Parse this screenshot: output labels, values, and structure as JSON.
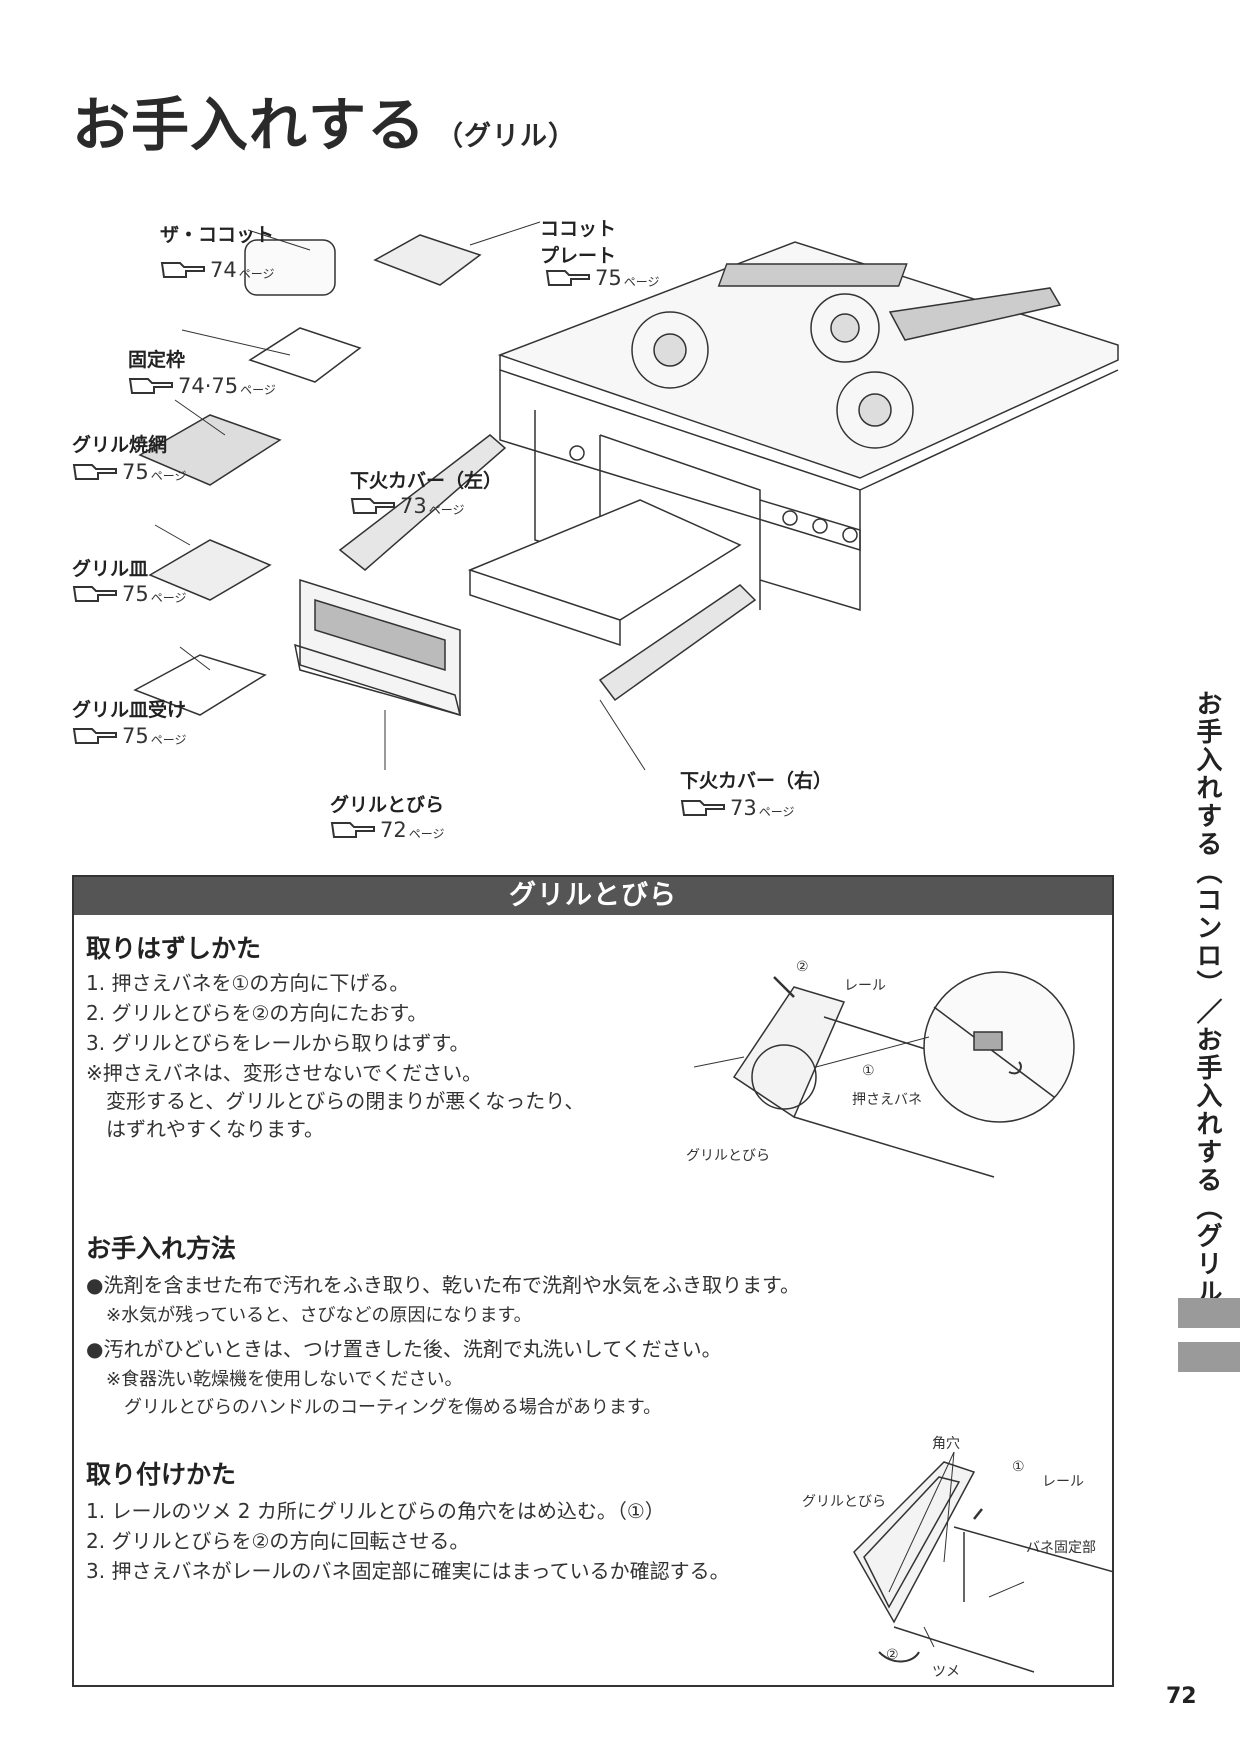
{
  "page": {
    "title": "お手入れする",
    "title_sub": "（グリル）",
    "page_number": "72"
  },
  "parts": [
    {
      "name": "ザ・ココット",
      "ref": "74",
      "unit": "ページ"
    },
    {
      "name": "ココット\nプレート",
      "ref": "75",
      "unit": "ページ"
    },
    {
      "name": "固定枠",
      "ref": "74·75",
      "unit": "ページ"
    },
    {
      "name": "グリル焼網",
      "ref": "75",
      "unit": "ページ"
    },
    {
      "name": "グリル皿",
      "ref": "75",
      "unit": "ページ"
    },
    {
      "name": "グリル皿受け",
      "ref": "75",
      "unit": "ページ"
    },
    {
      "name": "下火カバー（左）",
      "ref": "73",
      "unit": "ページ"
    },
    {
      "name": "下火カバー（右）",
      "ref": "73",
      "unit": "ページ"
    },
    {
      "name": "グリルとびら",
      "ref": "72",
      "unit": "ページ"
    }
  ],
  "sidebar": {
    "text": "お手入れする（コンロ）／お手入れする（グリル）"
  },
  "box": {
    "header": "グリルとびら",
    "removal": {
      "heading": "取りはずしかた",
      "lines": [
        "1. 押さえバネを①の方向に下げる。",
        "2. グリルとびらを②の方向にたおす。",
        "3. グリルとびらをレールから取りはずす。",
        "※押さえバネは、変形させないでください。",
        "　変形すると、グリルとびらの閉まりが悪くなったり、",
        "　はずれやすくなります。"
      ],
      "diagram_labels": [
        "②",
        "レール",
        "①",
        "押さえバネ",
        "グリルとびら"
      ]
    },
    "care": {
      "heading": "お手入れ方法",
      "lines": [
        "●洗剤を含ませた布で汚れをふき取り、乾いた布で洗剤や水気をふき取ります。",
        "※水気が残っていると、さびなどの原因になります。",
        "●汚れがひどいときは、つけ置きした後、洗剤で丸洗いしてください。",
        "※食器洗い乾燥機を使用しないでください。",
        "　グリルとびらのハンドルのコーティングを傷める場合があります。"
      ]
    },
    "install": {
      "heading": "取り付けかた",
      "lines": [
        "1. レールのツメ 2 カ所にグリルとびらの角穴をはめ込む。（①）",
        "2. グリルとびらを②の方向に回転させる。",
        "3. 押さえバネがレールのバネ固定部に確実にはまっているか確認する。"
      ],
      "diagram_labels": [
        "角穴",
        "①",
        "レール",
        "グリルとびら",
        "バネ固定部",
        "②",
        "ツメ"
      ]
    }
  }
}
